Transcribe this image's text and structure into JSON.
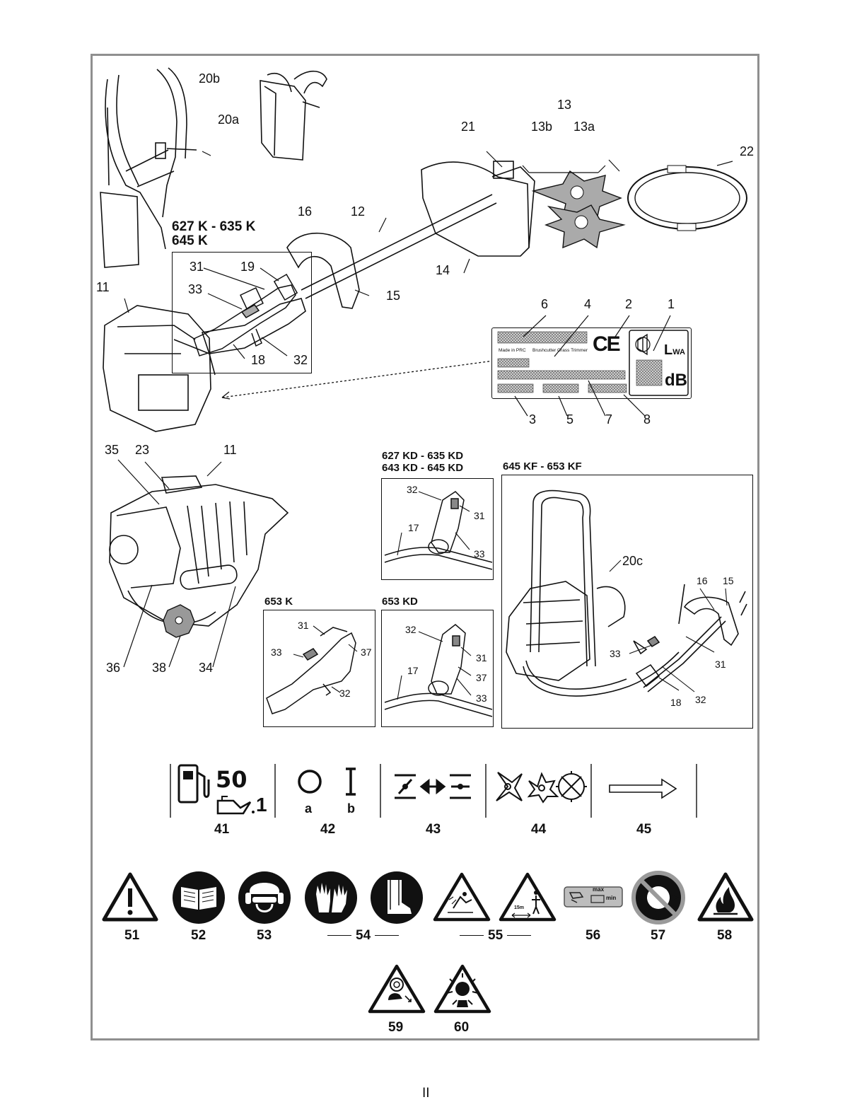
{
  "page_number": "II",
  "harness": {
    "label_20b": "20b",
    "label_20a": "20a"
  },
  "main_assembly": {
    "model_title_line1": "627 K - 635 K",
    "model_title_line2": "645 K",
    "labels": {
      "l11": "11",
      "l12": "12",
      "l13": "13",
      "l13a": "13a",
      "l13b": "13b",
      "l14": "14",
      "l15": "15",
      "l16": "16",
      "l18": "18",
      "l19": "19",
      "l21": "21",
      "l22": "22",
      "l31": "31",
      "l32": "32",
      "l33": "33"
    }
  },
  "rating_plate": {
    "made_in": "Made in PRC",
    "product": "Brushcutter Grass Trimmer",
    "ce_mark": "CE",
    "lwa": "L",
    "lwa_sub": "WA",
    "db": "dB",
    "labels": {
      "l1": "1",
      "l2": "2",
      "l3": "3",
      "l4": "4",
      "l5": "5",
      "l6": "6",
      "l7": "7",
      "l8": "8"
    }
  },
  "engine_detail": {
    "labels": {
      "l11": "11",
      "l23": "23",
      "l34": "34",
      "l35": "35",
      "l36": "36",
      "l38": "38"
    }
  },
  "panel_kd": {
    "title_line1": "627 KD - 635 KD",
    "title_line2": "643 KD - 645 KD",
    "labels": {
      "l17": "17",
      "l31": "31",
      "l32": "32",
      "l33": "33"
    }
  },
  "panel_653k": {
    "title": "653 K",
    "labels": {
      "l31": "31",
      "l32": "32",
      "l33": "33",
      "l37": "37"
    }
  },
  "panel_653kd": {
    "title": "653 KD",
    "labels": {
      "l17": "17",
      "l31": "31",
      "l32": "32",
      "l33": "33",
      "l37": "37"
    }
  },
  "panel_kf": {
    "title": "645 KF - 653 KF",
    "labels": {
      "l20c": "20c",
      "l16": "16",
      "l15": "15",
      "l33": "33",
      "l31": "31",
      "l18": "18",
      "l32": "32"
    }
  },
  "symbols_row1": [
    {
      "number": "41",
      "ratio_fuel": "50",
      "ratio_oil": "1"
    },
    {
      "number": "42",
      "sub_a": "a",
      "sub_b": "b"
    },
    {
      "number": "43"
    },
    {
      "number": "44"
    },
    {
      "number": "45"
    }
  ],
  "symbols_row2": [
    {
      "number": "51",
      "icon": "warning-exclamation-icon"
    },
    {
      "number": "52",
      "icon": "read-manual-icon"
    },
    {
      "number": "53",
      "icon": "head-eye-ear-protection-icon"
    },
    {
      "number": "54",
      "icon": "gloves-boots-icon"
    },
    {
      "number": "55",
      "icon": "projectiles-distance-15m-icon",
      "distance": "15m"
    },
    {
      "number": "56",
      "icon": "max-speed-plate-icon",
      "max": "max",
      "unit": "min"
    },
    {
      "number": "57",
      "icon": "no-circular-saw-icon"
    },
    {
      "number": "58",
      "icon": "flammable-icon"
    }
  ],
  "symbols_row3": [
    {
      "number": "59",
      "icon": "rotating-blade-warning-icon"
    },
    {
      "number": "60",
      "icon": "explosion-warning-icon"
    }
  ],
  "colors": {
    "frame_border": "#8f8f8f",
    "ink": "#111111",
    "plate_gray": "#cfcfcf"
  }
}
